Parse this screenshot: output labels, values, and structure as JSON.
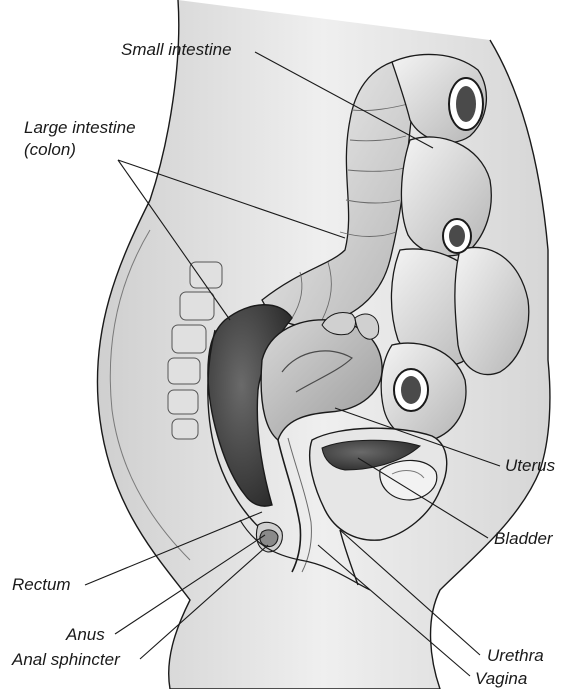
{
  "labels": {
    "small_intestine": "Small intestine",
    "large_intestine": "Large intestine",
    "colon": "(colon)",
    "uterus": "Uterus",
    "bladder": "Bladder",
    "rectum": "Rectum",
    "anus": "Anus",
    "anal_sphincter": "Anal sphincter",
    "urethra": "Urethra",
    "vagina": "Vagina"
  },
  "colors": {
    "background": "#ffffff",
    "line": "#1a1a1a",
    "tissue_light": "#e8e8e8",
    "tissue_mid": "#bdbdbd",
    "tissue_dark": "#5a5a5a",
    "cavity": "#3a3a3a"
  }
}
